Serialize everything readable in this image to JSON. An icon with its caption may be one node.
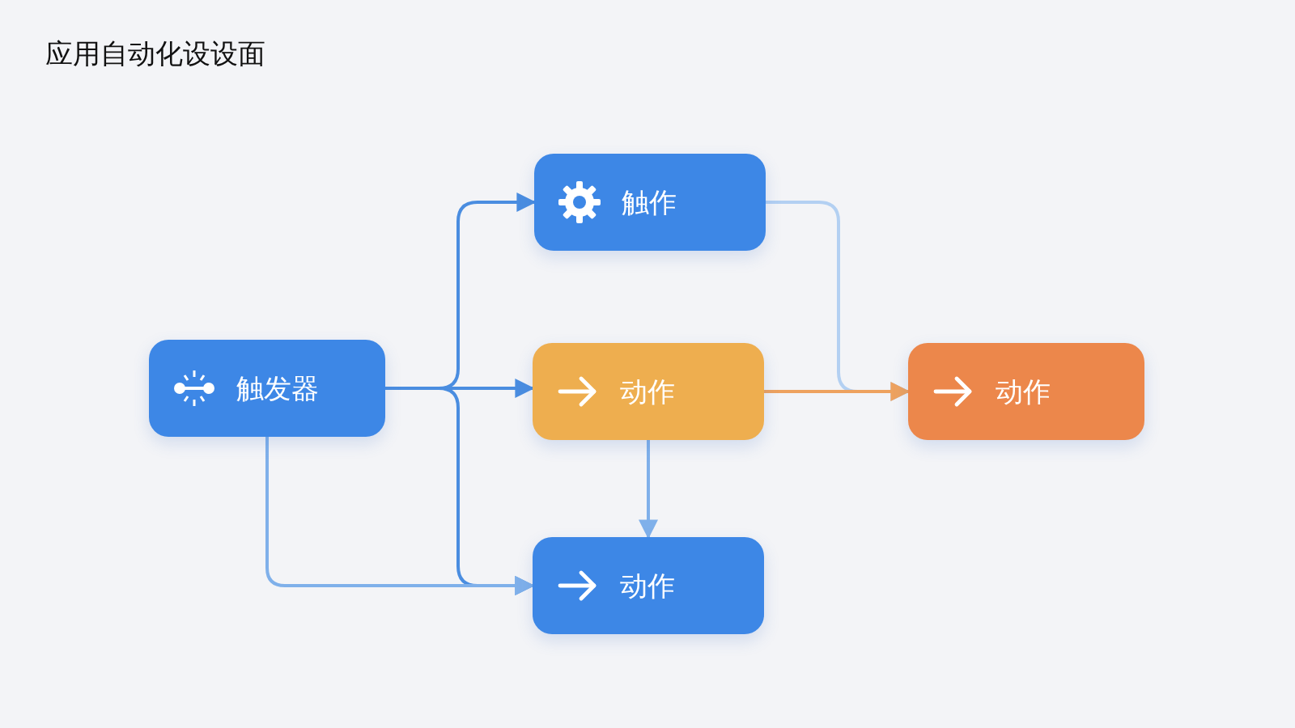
{
  "diagram": {
    "title": "应用自动化设设面",
    "nodes": [
      {
        "text": [
          "触发器"
        ]
      },
      {
        "text": [
          "触作"
        ]
      },
      {
        "text": [
          "动作"
        ]
      },
      {
        "text": [
          "动作"
        ]
      },
      {
        "text": [
          "动作"
        ]
      }
    ],
    "edges": [
      {
        "from": 0,
        "to": 1,
        "arrow": "to"
      },
      {
        "from": 0,
        "to": 2,
        "arrow": "to"
      },
      {
        "from": 0,
        "to": 3,
        "arrow": "to"
      },
      {
        "from": 0,
        "to": 3,
        "arrow": "to",
        "color": "#7fb0ea"
      },
      {
        "from": 2,
        "to": 3,
        "arrow": "to",
        "color": "#7fb0ea"
      },
      {
        "from": 1,
        "to": 4,
        "arrow": "to",
        "color": "#b3d0f2"
      },
      {
        "from": 2,
        "to": 4,
        "arrow": "to",
        "color": "#eea25f"
      }
    ]
  }
}
